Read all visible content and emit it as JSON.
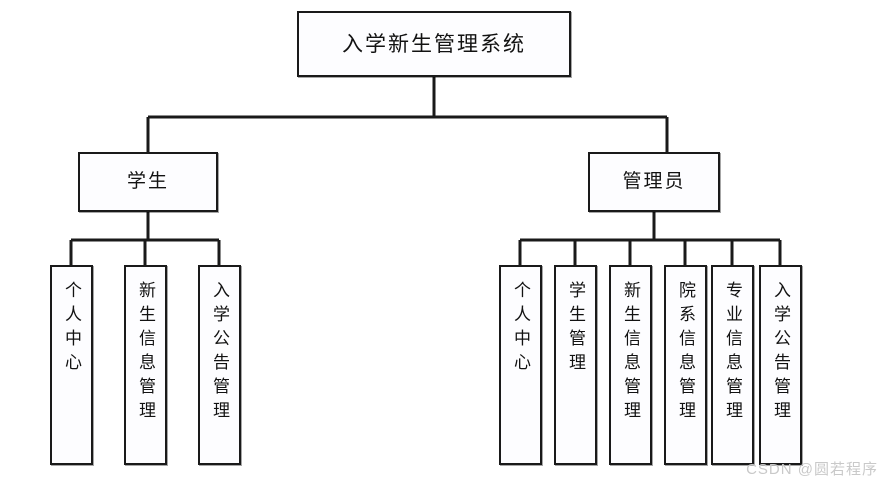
{
  "diagram": {
    "type": "tree",
    "root": {
      "label": "入学新生管理系统"
    },
    "branches": [
      {
        "id": "student",
        "label": "学生",
        "leaves": [
          {
            "label": "个人中心"
          },
          {
            "label": "新生信息管理"
          },
          {
            "label": "入学公告管理"
          }
        ]
      },
      {
        "id": "admin",
        "label": "管理员",
        "leaves": [
          {
            "label": "个人中心"
          },
          {
            "label": "学生管理"
          },
          {
            "label": "新生信息管理"
          },
          {
            "label": "院系信息管理"
          },
          {
            "label": "专业信息管理"
          },
          {
            "label": "入学公告管理"
          }
        ]
      }
    ]
  },
  "colors": {
    "background": "#ffffff",
    "box_fill": "#fdfdff",
    "box_border": "#1a1a1a",
    "connector": "#1a1a1a",
    "text": "#121212",
    "watermark": "#c9c9c9"
  },
  "watermark": {
    "text": "CSDN @圆若程序"
  }
}
